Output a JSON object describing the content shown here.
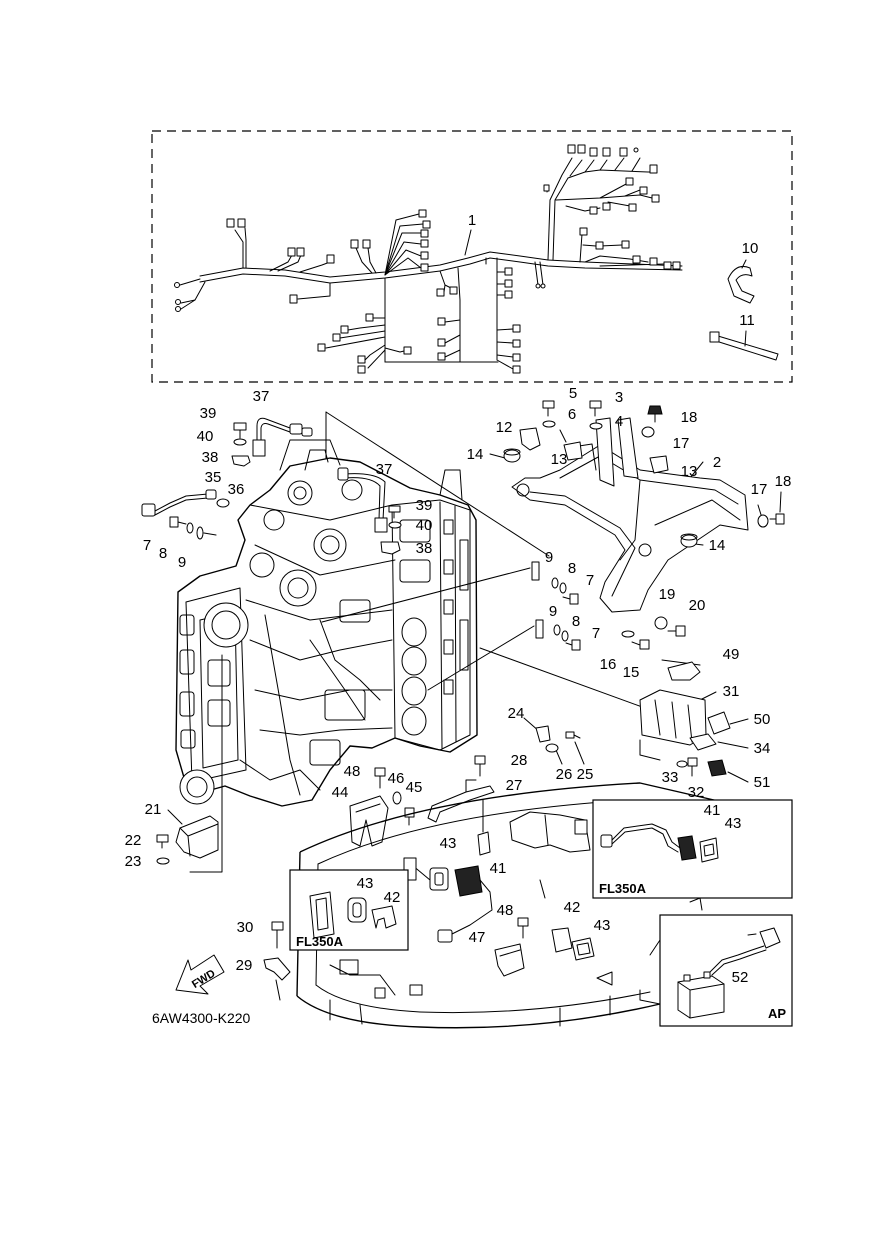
{
  "callouts": [
    "1",
    "10",
    "11",
    "37",
    "39",
    "40",
    "38",
    "35",
    "36",
    "7",
    "8",
    "9",
    "37",
    "39",
    "40",
    "38",
    "5",
    "3",
    "6",
    "4",
    "18",
    "12",
    "17",
    "14",
    "13",
    "13",
    "2",
    "17",
    "18",
    "14",
    "9",
    "8",
    "7",
    "9",
    "8",
    "7",
    "19",
    "20",
    "16",
    "15",
    "49",
    "31",
    "50",
    "34",
    "24",
    "26",
    "25",
    "28",
    "27",
    "33",
    "32",
    "51",
    "48",
    "46",
    "45",
    "44",
    "21",
    "22",
    "23",
    "43",
    "41",
    "41",
    "43",
    "43",
    "42",
    "48",
    "42",
    "43",
    "30",
    "47",
    "29",
    "52"
  ],
  "labels": {
    "inset_right": "FL350A",
    "inset_left": "FL350A",
    "inset_battery": "AP",
    "direction": "FWD",
    "drawing_number": "6AW4300-K220"
  }
}
